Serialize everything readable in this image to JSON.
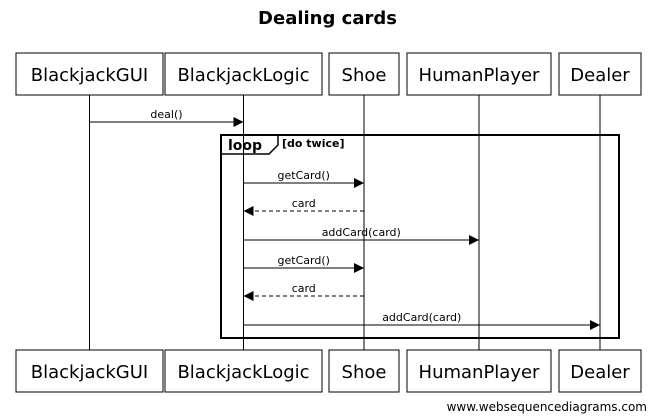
{
  "title": "Dealing cards",
  "footer": "www.websequencediagrams.com",
  "participants": [
    {
      "id": "gui",
      "name": "BlackjackGUI"
    },
    {
      "id": "logic",
      "name": "BlackjackLogic"
    },
    {
      "id": "shoe",
      "name": "Shoe"
    },
    {
      "id": "human",
      "name": "HumanPlayer"
    },
    {
      "id": "dealer",
      "name": "Dealer"
    }
  ],
  "loop": {
    "keyword": "loop",
    "condition": "[do twice]"
  },
  "messages": [
    {
      "from": "gui",
      "to": "logic",
      "label": "deal()",
      "style": "solid"
    },
    {
      "from": "logic",
      "to": "shoe",
      "label": "getCard()",
      "style": "solid"
    },
    {
      "from": "shoe",
      "to": "logic",
      "label": "card",
      "style": "dashed"
    },
    {
      "from": "logic",
      "to": "human",
      "label": "addCard(card)",
      "style": "solid"
    },
    {
      "from": "logic",
      "to": "shoe",
      "label": "getCard()",
      "style": "solid"
    },
    {
      "from": "shoe",
      "to": "logic",
      "label": "card",
      "style": "dashed"
    },
    {
      "from": "logic",
      "to": "dealer",
      "label": "addCard(card)",
      "style": "solid"
    }
  ]
}
